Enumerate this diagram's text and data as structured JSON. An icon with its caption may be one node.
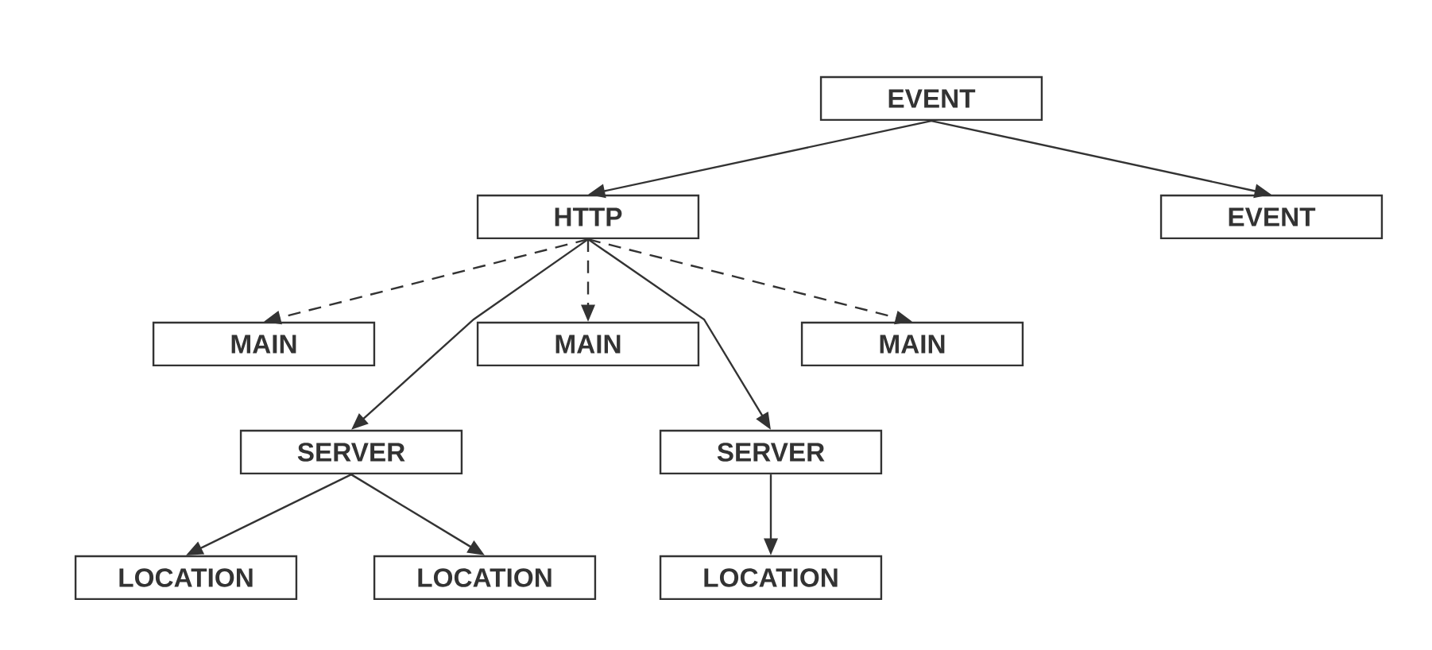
{
  "diagram": {
    "nodes": [
      {
        "text": [
          "EVENT"
        ]
      },
      {
        "text": [
          "HTTP"
        ]
      },
      {
        "text": [
          "EVENT"
        ]
      },
      {
        "text": [
          "MAIN"
        ]
      },
      {
        "text": [
          "MAIN"
        ]
      },
      {
        "text": [
          "MAIN"
        ]
      },
      {
        "text": [
          "SERVER"
        ]
      },
      {
        "text": [
          "SERVER"
        ]
      },
      {
        "text": [
          "LOCATION"
        ]
      },
      {
        "text": [
          "LOCATION"
        ]
      },
      {
        "text": [
          "LOCATION"
        ]
      }
    ],
    "edges": [
      {
        "from": 0,
        "to": 1,
        "arrow": "to"
      },
      {
        "from": 0,
        "to": 2,
        "arrow": "to"
      },
      {
        "from": 1,
        "to": 3,
        "arrow": "to",
        "style": "dashed"
      },
      {
        "from": 1,
        "to": 4,
        "arrow": "to",
        "style": "dashed"
      },
      {
        "from": 1,
        "to": 5,
        "arrow": "to",
        "style": "dashed"
      },
      {
        "from": 1,
        "to": 6,
        "arrow": "to"
      },
      {
        "from": 1,
        "to": 7,
        "arrow": "to"
      },
      {
        "from": 6,
        "to": 8,
        "arrow": "to"
      },
      {
        "from": 6,
        "to": 9,
        "arrow": "to"
      },
      {
        "from": 7,
        "to": 10,
        "arrow": "to"
      }
    ]
  }
}
